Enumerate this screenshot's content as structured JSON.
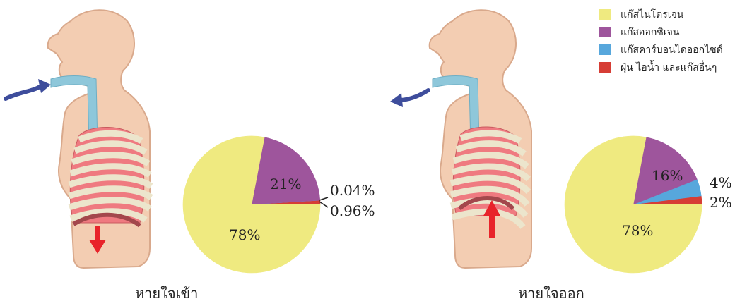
{
  "colors": {
    "nitrogen": "#efea80",
    "oxygen": "#9e559c",
    "co2": "#57a7dc",
    "other": "#d63d35",
    "skin": "#f3cdb2",
    "skin_edge": "#d9a98c",
    "airway": "#8ec7da",
    "lung": "#ef7a80",
    "rib": "#ece5cc",
    "arrow_blue": "#3e4d9c",
    "arrow_red": "#e8232a"
  },
  "legend": [
    {
      "label": "แก๊สไนโตรเจน",
      "color": "#efea80"
    },
    {
      "label": "แก๊สออกซิเจน",
      "color": "#9e559c"
    },
    {
      "label": "แก๊สคาร์บอนไดออกไซด์",
      "color": "#57a7dc"
    },
    {
      "label": "ฝุ่น ไอน้ำ และแก๊สอื่นๆ",
      "color": "#d63d35"
    }
  ],
  "inhale": {
    "caption": "หายใจเข้า",
    "labels": {
      "nitrogen": "78%",
      "oxygen": "21%",
      "co2": "0.04%",
      "other": "0.96%"
    },
    "slices": [
      {
        "name": "nitrogen",
        "pct": 78
      },
      {
        "name": "oxygen",
        "pct": 21
      },
      {
        "name": "co2",
        "pct": 0.04
      },
      {
        "name": "other",
        "pct": 0.96
      }
    ],
    "air_arrow": "blue arrow into mouth",
    "diaphragm_arrow": "red arrow down"
  },
  "exhale": {
    "caption": "หายใจออก",
    "labels": {
      "nitrogen": "78%",
      "oxygen": "16%",
      "co2": "4%",
      "other": "2%"
    },
    "slices": [
      {
        "name": "nitrogen",
        "pct": 78
      },
      {
        "name": "oxygen",
        "pct": 16
      },
      {
        "name": "co2",
        "pct": 4
      },
      {
        "name": "other",
        "pct": 2
      }
    ],
    "air_arrow": "blue arrow out of mouth",
    "diaphragm_arrow": "red arrow up"
  }
}
